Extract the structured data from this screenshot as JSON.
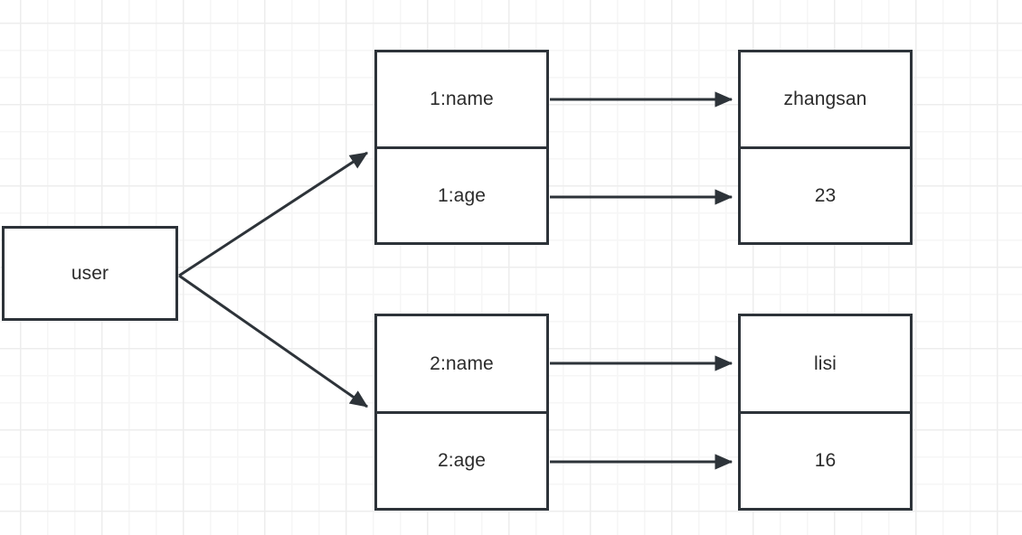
{
  "diagram": {
    "title": "hash-structure-diagram",
    "stroke_color": "#2d3339",
    "text_color": "#2b2b2b",
    "background_color": "#ffffff",
    "grid_color": "#ededed",
    "nodes": [
      {
        "id": "user",
        "label": "user",
        "cells": [
          "user"
        ]
      },
      {
        "id": "key-group-1",
        "cells": [
          "1:name",
          "1:age"
        ]
      },
      {
        "id": "value-group-1",
        "cells": [
          "zhangsan",
          "23"
        ]
      },
      {
        "id": "key-group-2",
        "cells": [
          "2:name",
          "2:age"
        ]
      },
      {
        "id": "value-group-2",
        "cells": [
          "lisi",
          "16"
        ]
      }
    ],
    "edges": [
      {
        "id": "user-to-key-1",
        "from": "user",
        "to": "key-group-1",
        "style": "solid",
        "arrow": "filled-triangle"
      },
      {
        "id": "user-to-key-2",
        "from": "user",
        "to": "key-group-2",
        "style": "solid",
        "arrow": "filled-triangle"
      },
      {
        "id": "name1-to-zhangsan",
        "from": "1:name",
        "to": "zhangsan",
        "style": "solid",
        "arrow": "filled-triangle"
      },
      {
        "id": "age1-to-23",
        "from": "1:age",
        "to": "23",
        "style": "solid",
        "arrow": "filled-triangle"
      },
      {
        "id": "name2-to-lisi",
        "from": "2:name",
        "to": "lisi",
        "style": "solid",
        "arrow": "filled-triangle"
      },
      {
        "id": "age2-to-16",
        "from": "2:age",
        "to": "16",
        "style": "solid",
        "arrow": "filled-triangle"
      }
    ]
  }
}
